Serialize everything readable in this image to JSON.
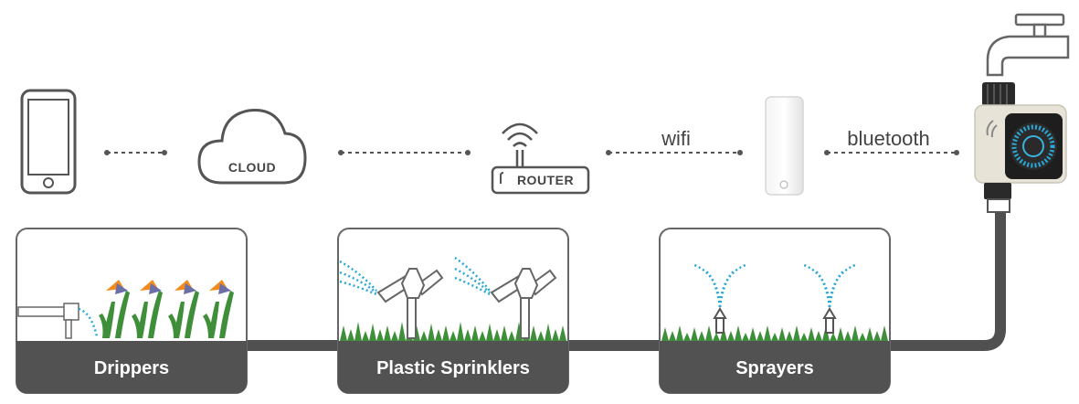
{
  "devices": {
    "cloud_label": "CLOUD",
    "router_label": "ROUTER"
  },
  "connections": {
    "wifi_label": "wifi",
    "bluetooth_label": "bluetooth"
  },
  "panels": [
    {
      "label": "Drippers"
    },
    {
      "label": "Plastic Sprinklers"
    },
    {
      "label": "Sprayers"
    }
  ],
  "colors": {
    "pipe": "#505050",
    "panel_footer": "#525252",
    "water_spray": "#29a8d8",
    "grass": "#3f8f3a",
    "flower_orange": "#f28a1e",
    "outline": "#555555"
  },
  "icons": [
    "phone-icon",
    "cloud-icon",
    "router-icon",
    "gateway-hub-icon",
    "water-tap-icon",
    "timer-valve-icon"
  ]
}
